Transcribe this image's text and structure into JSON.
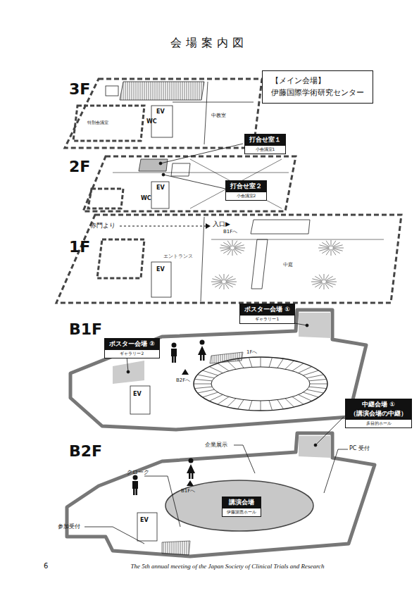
{
  "diagram": {
    "title": "会場案内図",
    "nodes": [
      {
        "text": [
          "【メイン会場】",
          "伊藤国際学術研究センター"
        ]
      },
      {
        "text": [
          "打合せ室１",
          "小会議室1"
        ]
      },
      {
        "text": [
          "打合せ室２",
          "小会議室2"
        ]
      },
      {
        "text": [
          "ポスター会場 ①",
          "ギャラリー1"
        ]
      },
      {
        "text": [
          "ポスター会場 ②",
          "ギャラリー2"
        ]
      },
      {
        "text": [
          "中継会場 ①",
          "（講演会場の中継）",
          "多目的ホール"
        ]
      },
      {
        "text": [
          "講演会場",
          "伊藤謝恩ホール"
        ]
      }
    ],
    "edges": [],
    "labels": [
      "3F",
      "特別会議室",
      "WC",
      "EV",
      "中教室",
      "2F",
      "EV",
      "WC",
      "赤門より",
      "入口▶",
      "B1Fへ",
      "1F",
      "エントランス",
      "中庭",
      "EV",
      "B1F",
      "1Fへ",
      "B2Fへ",
      "EV",
      "B2F",
      "クローク",
      "企業展示",
      "PC 受付",
      "B1Fへ",
      "EV",
      "参加受付",
      "6",
      "The 5th annual meeting of the Japan Society of Clinical Trials and Research"
    ]
  }
}
